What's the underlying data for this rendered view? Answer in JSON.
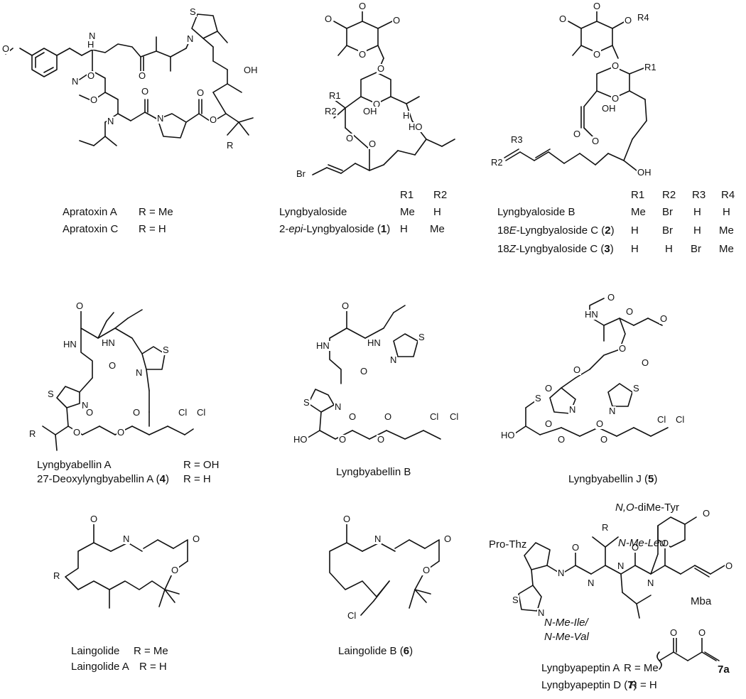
{
  "compounds": {
    "apratoxin": {
      "name_a": "Apratoxin A",
      "r_a": "R = Me",
      "name_c": "Apratoxin C",
      "r_c": "R = H"
    },
    "lyngbyaloside": {
      "header_r1": "R1",
      "header_r2": "R2",
      "row1_name": "Lyngbyaloside",
      "row1_r1": "Me",
      "row1_r2": "H",
      "row2_prefix": "2-",
      "row2_epi": "epi",
      "row2_name": "-Lyngbyaloside (",
      "row2_num": "1",
      "row2_close": ")",
      "row2_r1": "H",
      "row2_r2": "Me"
    },
    "lyngbyaloside_b": {
      "header": [
        "R1",
        "R2",
        "R3",
        "R4"
      ],
      "row1_name": "Lyngbyaloside B",
      "row1_vals": [
        "Me",
        "Br",
        "H",
        "H"
      ],
      "row2_pre": "18",
      "row2_e": "E",
      "row2_name": "-Lyngbyaloside C (",
      "row2_num": "2",
      "row2_close": ")",
      "row2_vals": [
        "H",
        "Br",
        "H",
        "Me"
      ],
      "row3_pre": "18",
      "row3_z": "Z",
      "row3_name": "-Lyngbyaloside C (",
      "row3_num": "3",
      "row3_close": ")",
      "row3_vals": [
        "H",
        "H",
        "Br",
        "Me"
      ]
    },
    "lyngbyabellin_a": {
      "name_a": "Lyngbyabellin A",
      "r_a": "R = OH",
      "name_d": "27-Deoxylyngbyabellin A (",
      "num_d": "4",
      "close_d": ")",
      "r_d": "R = H"
    },
    "lyngbyabellin_b": {
      "name": "Lyngbyabellin B"
    },
    "lyngbyabellin_j": {
      "name": "Lyngbyabellin J (",
      "num": "5",
      "close": ")"
    },
    "laingolide": {
      "name_1": "Laingolide",
      "r_1": "R = Me",
      "name_2": "Laingolide A",
      "r_2": "R = H"
    },
    "laingolide_b": {
      "name": "Laingolide B (",
      "num": "6",
      "close": ")"
    },
    "lyngbyapeptin": {
      "fragments": {
        "pro_thz": "Pro-Thz",
        "nme_leu": "N-Me-Leu",
        "tyr_prefix": "N,O",
        "tyr": "-diMe-Tyr",
        "mba": "Mba",
        "ile": "N-Me-Ile/",
        "val": "N-Me-Val"
      },
      "name_a": "Lyngbyapeptin A",
      "r_a": "R = Me",
      "name_d": "Lyngbyapeptin D (",
      "num_d": "7",
      "close_d": ")",
      "r_d": "R = H",
      "fragment_7a": "7a"
    }
  },
  "atoms": {
    "O": "O",
    "N": "N",
    "S": "S",
    "H": "H",
    "R": "R",
    "OH": "OH",
    "HO": "HO",
    "NH": "NH",
    "HN": "HN",
    "Cl": "Cl",
    "Br": "Br",
    "R1": "R1",
    "R2": "R2",
    "R3": "R3",
    "R4": "R4"
  }
}
